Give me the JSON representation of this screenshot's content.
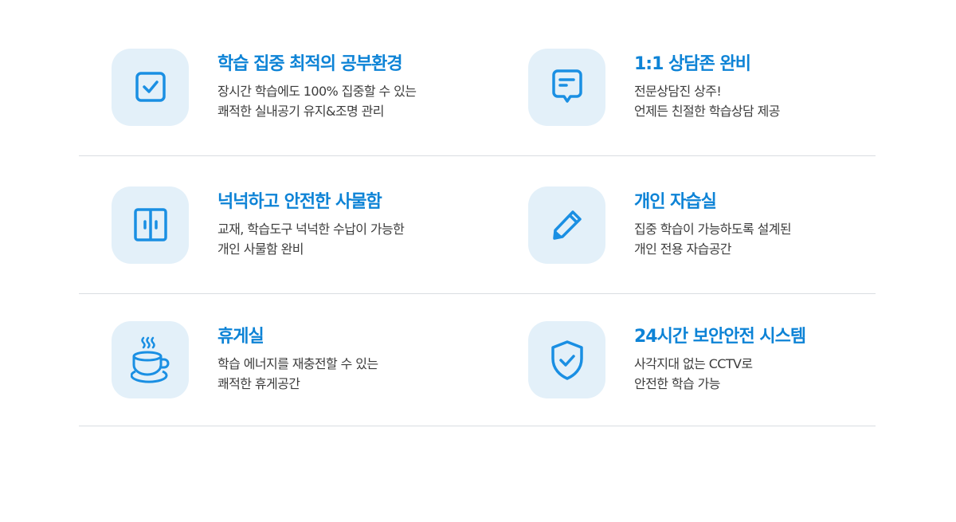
{
  "theme": {
    "accent": "#0d83d6",
    "icon_bg": "#e3f0f9",
    "icon_stroke": "#1a8fe3",
    "divider": "#d9dde2",
    "text": "#3d3d3d"
  },
  "features": [
    {
      "icon": "checkbox-icon",
      "title": "학습 집중 최적의 공부환경",
      "lines": [
        "장시간 학습에도 100% 집중할 수 있는",
        "쾌적한 실내공기 유지&조명 관리"
      ]
    },
    {
      "icon": "chat-bubble-icon",
      "title": "1:1 상담존 완비",
      "lines": [
        "전문상담진 상주!",
        "언제든 친절한 학습상담 제공"
      ]
    },
    {
      "icon": "locker-icon",
      "title": "넉넉하고 안전한 사물함",
      "lines": [
        "교재, 학습도구 넉넉한 수납이 가능한",
        "개인 사물함 완비"
      ]
    },
    {
      "icon": "pencil-icon",
      "title": "개인 자습실",
      "lines": [
        "집중 학습이 가능하도록 설계된",
        "개인 전용 자습공간"
      ]
    },
    {
      "icon": "coffee-cup-icon",
      "title": "휴게실",
      "lines": [
        "학습 에너지를 재충전할 수 있는",
        "쾌적한 휴게공간"
      ]
    },
    {
      "icon": "shield-check-icon",
      "title": "24시간 보안안전 시스템",
      "lines": [
        "사각지대 없는 CCTV로",
        "안전한 학습 가능"
      ]
    }
  ]
}
